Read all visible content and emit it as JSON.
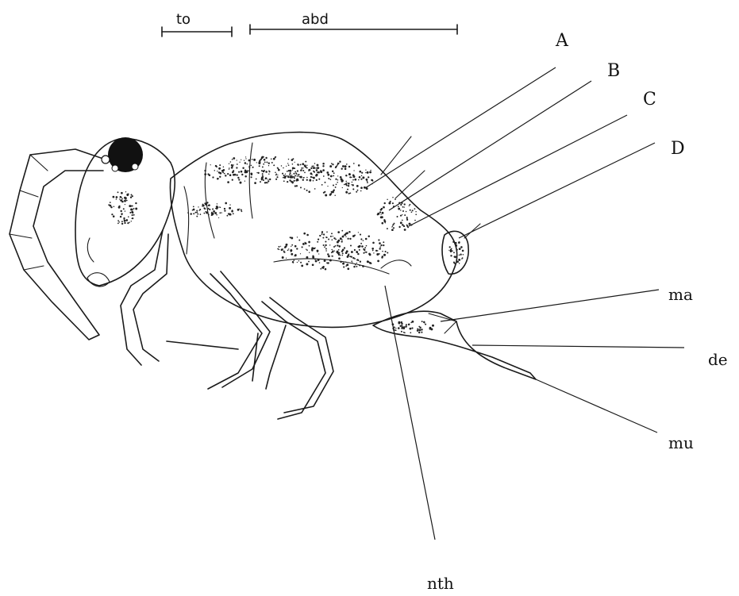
{
  "labels": {
    "to": "to",
    "abd": "abd",
    "A": "A",
    "B": "B",
    "C": "C",
    "D": "D",
    "ma": "ma",
    "de": "de",
    "mu": "mu",
    "nth": "nth"
  },
  "colors": {
    "ink": "#1a1a1a",
    "background": "#ffffff"
  }
}
